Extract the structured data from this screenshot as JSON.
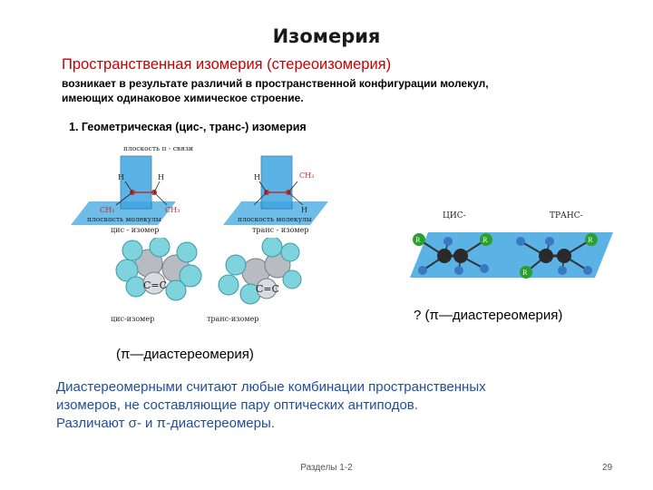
{
  "title": "Изомерия",
  "subtitle": "Пространственная изомерия (стереоизомерия)",
  "description": {
    "line1": "возникает в результате различий в пространственной конфигурации молекул,",
    "line2": "имеющих одинаковое химическое строение."
  },
  "geometric_heading": "1. Геометрическая (цис-, транс-) изомерия",
  "diagram_left": {
    "pi_plane_label": "плоскость π - связи",
    "molecule_plane_label": "плоскость молекулы",
    "cis_caption": "цис - изомер",
    "trans_caption": "транс - изомер",
    "h_label": "H",
    "ch3_label": "CH₃"
  },
  "models": {
    "cc_label": "C=C",
    "cis_caption": "цис-изомер",
    "trans_caption": "транс-изомер"
  },
  "diagram_right": {
    "cis_label": "ЦИС-",
    "trans_label": "ТРАНС-",
    "r_label": "R"
  },
  "diastereomerism_q": "? (π—диастереомерия)",
  "diastereomerism_p": "(π—диастереомерия)",
  "body": {
    "line1": "Диастереомерными считают любые комбинации пространственных",
    "line2": "изомеров, не составляющие пару оптических антиподов.",
    "line3": "Различают σ- и π-диастереомеры."
  },
  "footer": "Разделы 1-2",
  "page_number": "29",
  "colors": {
    "subtitle": "#cc0000",
    "body_text": "#1f4e9a",
    "plane_blue": "#3ea6e0",
    "sphere_cyan": "#7fd3dc",
    "sphere_gray": "#b8bcc2",
    "r_green": "#2ca02c"
  }
}
